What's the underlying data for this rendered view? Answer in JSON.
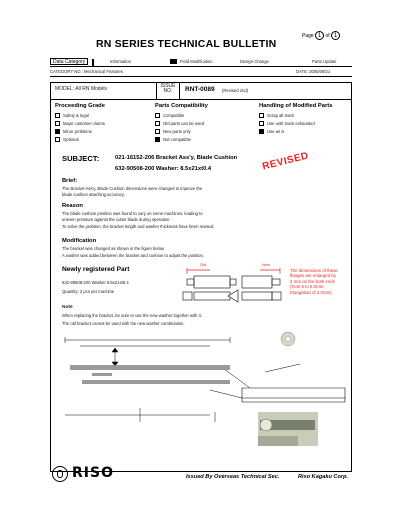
{
  "header": {
    "title": "RN SERIES TECHNICAL BULLETIN",
    "page_label": "Page",
    "page_current": "1",
    "page_of": "of",
    "page_total": "1"
  },
  "category_row": {
    "label": "Data Category",
    "items": [
      "Information",
      "Field Modification",
      "Design Change",
      "Parts Update"
    ]
  },
  "cat_row": {
    "left": "CATEGORY NO.: Mechanical Features",
    "right": "DATE: 2005/09/21"
  },
  "model": {
    "label": "MODEL: All RN Models",
    "issue_label": "ISSUE",
    "issue_no": "NO.",
    "code": "RNT-0089",
    "code_suffix": "(Revised 2nd)"
  },
  "columns": {
    "proceeding": {
      "title": "Proceeding Grade",
      "items": [
        {
          "label": "Safety & legal",
          "checked": false
        },
        {
          "label": "Major customer claims",
          "checked": false
        },
        {
          "label": "Minor problems",
          "checked": true
        },
        {
          "label": "Optional",
          "checked": false
        }
      ]
    },
    "parts": {
      "title": "Parts Compatibility",
      "items": [
        {
          "label": "Compatible",
          "checked": false
        },
        {
          "label": "Old parts can be used",
          "checked": false
        },
        {
          "label": "New parts only",
          "checked": false
        },
        {
          "label": "Not compatible",
          "checked": true
        }
      ]
    },
    "handling": {
      "title": "Handling of Modified Parts",
      "items": [
        {
          "label": "Scrap all stock",
          "checked": false
        },
        {
          "label": "Use until stock exhausted",
          "checked": false
        },
        {
          "label": "Use as is",
          "checked": true
        }
      ]
    }
  },
  "subject": {
    "label": "SUBJECT:",
    "line1": "021-16152-206  Bracket Ass'y, Blade Cushion",
    "line2": "632-90508-200  Washer: 8.5x21xt0.4",
    "stamp": "REVISED"
  },
  "brief": {
    "title": "Brief:",
    "lines": [
      "The Bracket Ass'y, Blade Cushion dimensions were changed to improve the",
      "blade cushion attaching accuracy."
    ]
  },
  "reason": {
    "title": "Reason",
    "lines": [
      "The blade cushion position was found to vary on some machines, leading to",
      "uneven pressure against the cutter blade during operation.",
      "To solve the problem, the bracket length and washer thickness have been revised."
    ]
  },
  "modification": {
    "title": "Modification",
    "lines": [
      "The bracket was changed as shown in the figure below.",
      "A washer was added between the bracket and cushion to adjust the position."
    ]
  },
  "new_part": {
    "title": "Newly registered Part",
    "lines": [
      "632-90508-200  Washer 8.5x21xt0.4",
      "Quantity: 2 pcs per machine"
    ],
    "label_old": "Old",
    "label_new": "New",
    "red_note": [
      "The dimensions of these",
      "flanges are enlarged by",
      "2 mm on the both ends",
      "(from 5 to 6.0mm:",
      "Elongation of 2.0mm)"
    ]
  },
  "note": {
    "title": "Note",
    "lines": [
      "When replacing the bracket, be sure to use the new washer together with it.",
      "The old bracket cannot be used with the new washer combination."
    ]
  },
  "footer": {
    "issued_by": "Issued By Overseas Technical Sec.",
    "company": "Riso Kagaku Corp.",
    "logo": "RISO"
  }
}
